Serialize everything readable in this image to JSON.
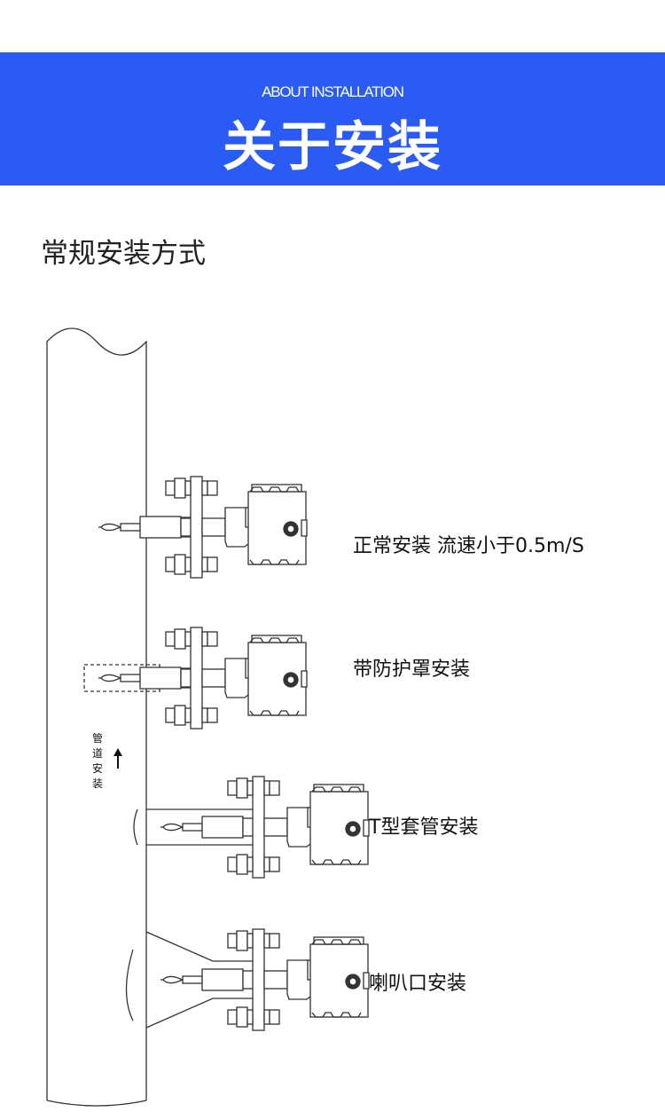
{
  "banner": {
    "subtitle_en": "ABOUT INSTALLATION",
    "title": "关于安装"
  },
  "section": {
    "title": "常规安装方式"
  },
  "diagram": {
    "pipe_label": "管道安装",
    "methods": [
      {
        "label": "正常安装  流速小于0.5m/S"
      },
      {
        "label": "带防护罩安装"
      },
      {
        "label": "T型套管安装"
      },
      {
        "label": "喇叭口安装"
      }
    ]
  },
  "colors": {
    "banner": "#2a5cf5",
    "line": "#333333"
  }
}
